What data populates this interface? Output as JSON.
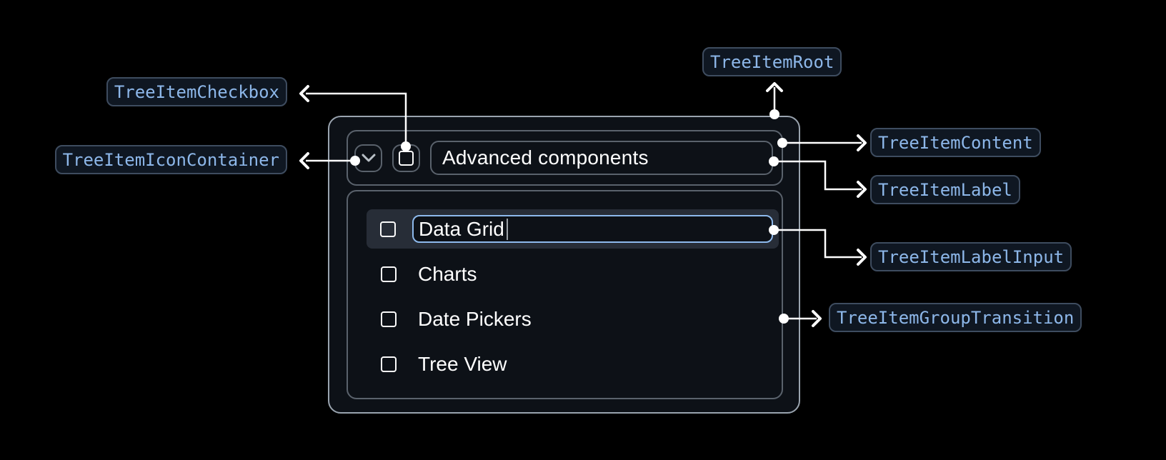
{
  "tree_view": {
    "parent_item": {
      "label": "Advanced components",
      "expanded": true,
      "checkbox_checked": false
    },
    "child_items": [
      {
        "label": "Data Grid",
        "state": "editing",
        "checkbox_checked": false
      },
      {
        "label": "Charts",
        "checkbox_checked": false
      },
      {
        "label": "Date Pickers",
        "checkbox_checked": false
      },
      {
        "label": "Tree View",
        "checkbox_checked": false
      }
    ],
    "label_input_value": "Data Grid"
  },
  "annotations": [
    {
      "id": "root",
      "label": "TreeItemRoot"
    },
    {
      "id": "checkbox",
      "label": "TreeItemCheckbox"
    },
    {
      "id": "icon-container",
      "label": "TreeItemIconContainer"
    },
    {
      "id": "content",
      "label": "TreeItemContent"
    },
    {
      "id": "label",
      "label": "TreeItemLabel"
    },
    {
      "id": "label-input",
      "label": "TreeItemLabelInput"
    },
    {
      "id": "group-transition",
      "label": "TreeItemGroupTransition"
    }
  ],
  "colors": {
    "background": "#000000",
    "panel_background": "#0d1117",
    "panel_border": "#9aa4af",
    "inner_border": "#5a626c",
    "row_highlight": "#272d37",
    "input_border": "#8db9ec",
    "badge_background": "#0f1722",
    "badge_border": "#3e4c5f",
    "badge_text": "#8db7e9",
    "text": "#ffffff",
    "connector": "#ffffff"
  }
}
